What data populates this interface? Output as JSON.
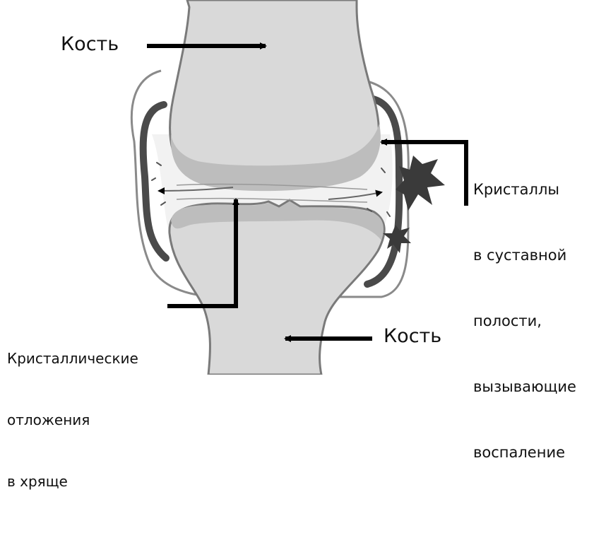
{
  "labels": {
    "bone_top": "Кость",
    "bone_bottom": "Кость",
    "crystals_cavity": [
      "Кристаллы",
      "в суставной",
      "полости,",
      "вызывающие",
      "воспаление"
    ],
    "deposits_cartilage": [
      "Кристаллические",
      "отложения",
      "в хряще"
    ]
  },
  "colors": {
    "bone_fill": "#d9d9d9",
    "bone_outline": "#7a7a7a",
    "cartilage": "#bdbdbd",
    "capsule": "#4a4a4a",
    "fluid": "#f2f2f2",
    "crystals": "#3a3a3a",
    "arrows": "#000000",
    "text": "#111111"
  }
}
